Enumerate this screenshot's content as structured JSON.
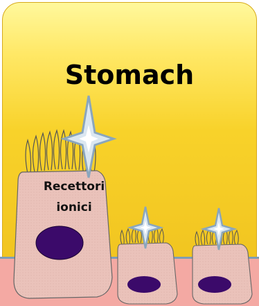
{
  "title": "Stomach",
  "cell_label": [
    "Recettori",
    "ionici"
  ],
  "colors": {
    "tile": "#f4cc2a",
    "cell_body": "#eac2ba",
    "nucleus": "#3b0a6a",
    "star": "#a9c4da",
    "tissue": "#f4a9a3"
  },
  "icons": [
    "star-sparkle-icon",
    "cilia-icon",
    "nucleus-icon"
  ]
}
